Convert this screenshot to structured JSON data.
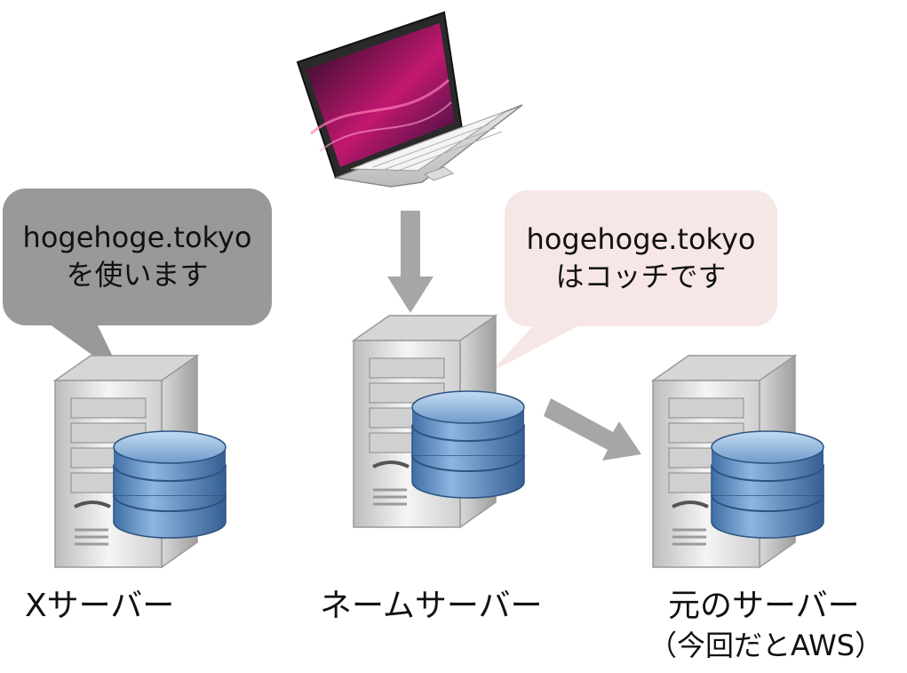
{
  "bubbles": {
    "left": {
      "line1": "hogehoge.tokyo",
      "line2": "を使います",
      "fill": "#999999"
    },
    "right": {
      "line1": "hogehoge.tokyo",
      "line2": "はコッチです",
      "fill": "#f6e6e6"
    }
  },
  "servers": {
    "x_server": {
      "label": "Xサーバー"
    },
    "name_server": {
      "label": "ネームサーバー"
    },
    "origin_server": {
      "label": "元のサーバー",
      "sublabel": "（今回だとAWS）"
    }
  },
  "colors": {
    "arrow": "#a6a6a6",
    "db_blue": "#4f7fb5",
    "server_gray": "#e8e8e8"
  },
  "icons": [
    "laptop-icon",
    "server-icon",
    "database-icon",
    "arrow-down-icon",
    "arrow-right-icon"
  ]
}
